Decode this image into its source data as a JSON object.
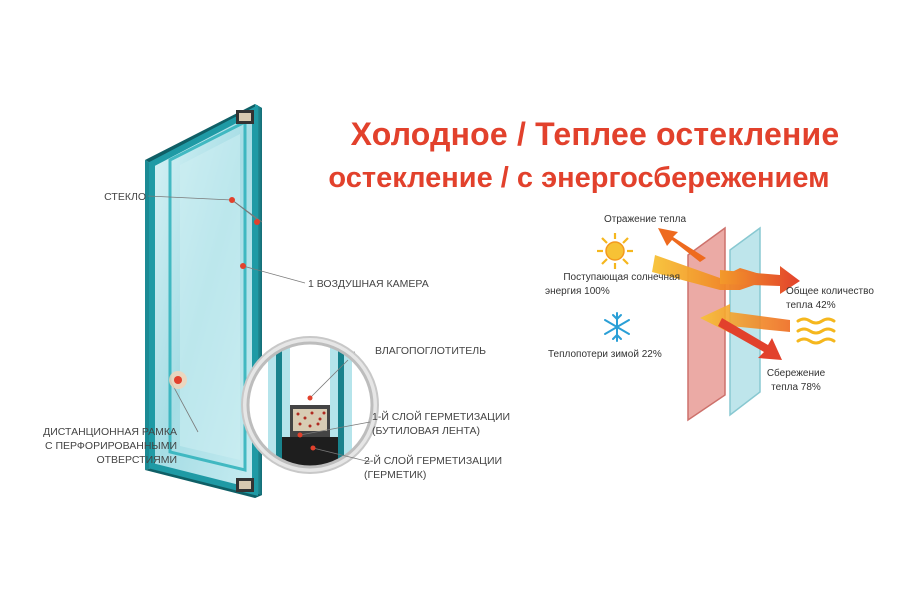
{
  "title": {
    "line1": "Холодное / Теплее остекление",
    "line2": "остекление / с энергосбережением"
  },
  "window_diagram": {
    "labels": {
      "glass": "СТЕКЛО",
      "air_chamber": "1 ВОЗДУШНАЯ КАМЕРА",
      "desiccant": "ВЛАГОПОГЛОТИТЕЛЬ",
      "spacer_line1": "ДИСТАНЦИОННАЯ РАМКА",
      "spacer_line2": "С ПЕРФОРИРОВАННЫМИ",
      "spacer_line3": "ОТВЕРСТИЯМИ",
      "seal1_line1": "1-Й СЛОЙ ГЕРМЕТИЗАЦИИ",
      "seal1_line2": "(БУТИЛОВАЯ ЛЕНТА)",
      "seal2_line1": "2-Й СЛОЙ ГЕРМЕТИЗАЦИИ",
      "seal2_line2": "(ГЕРМЕТИК)"
    }
  },
  "energy_diagram": {
    "labels": {
      "heat_reflection": "Отражение тепла",
      "incoming_line1": "Поступающая солнечная",
      "incoming_line2": "энергия 100%",
      "total_line1": "Общее количество",
      "total_line2": "тепла 42%",
      "winter_loss": "Теплопотери зимой 22%",
      "saving_line1": "Сбережение",
      "saving_line2": "тепла 78%"
    },
    "icons": [
      "sun-icon",
      "snowflake-icon",
      "heat-waves-icon"
    ],
    "colors": {
      "arrow_orange": "#f08a24",
      "arrow_red": "#e2412c",
      "glass_pink": "#e58a86",
      "glass_blue": "#9fd8df"
    }
  },
  "colors": {
    "title": "#e2412c",
    "frame_teal": "#1b8a94",
    "glass_light": "#bfe8ee"
  }
}
